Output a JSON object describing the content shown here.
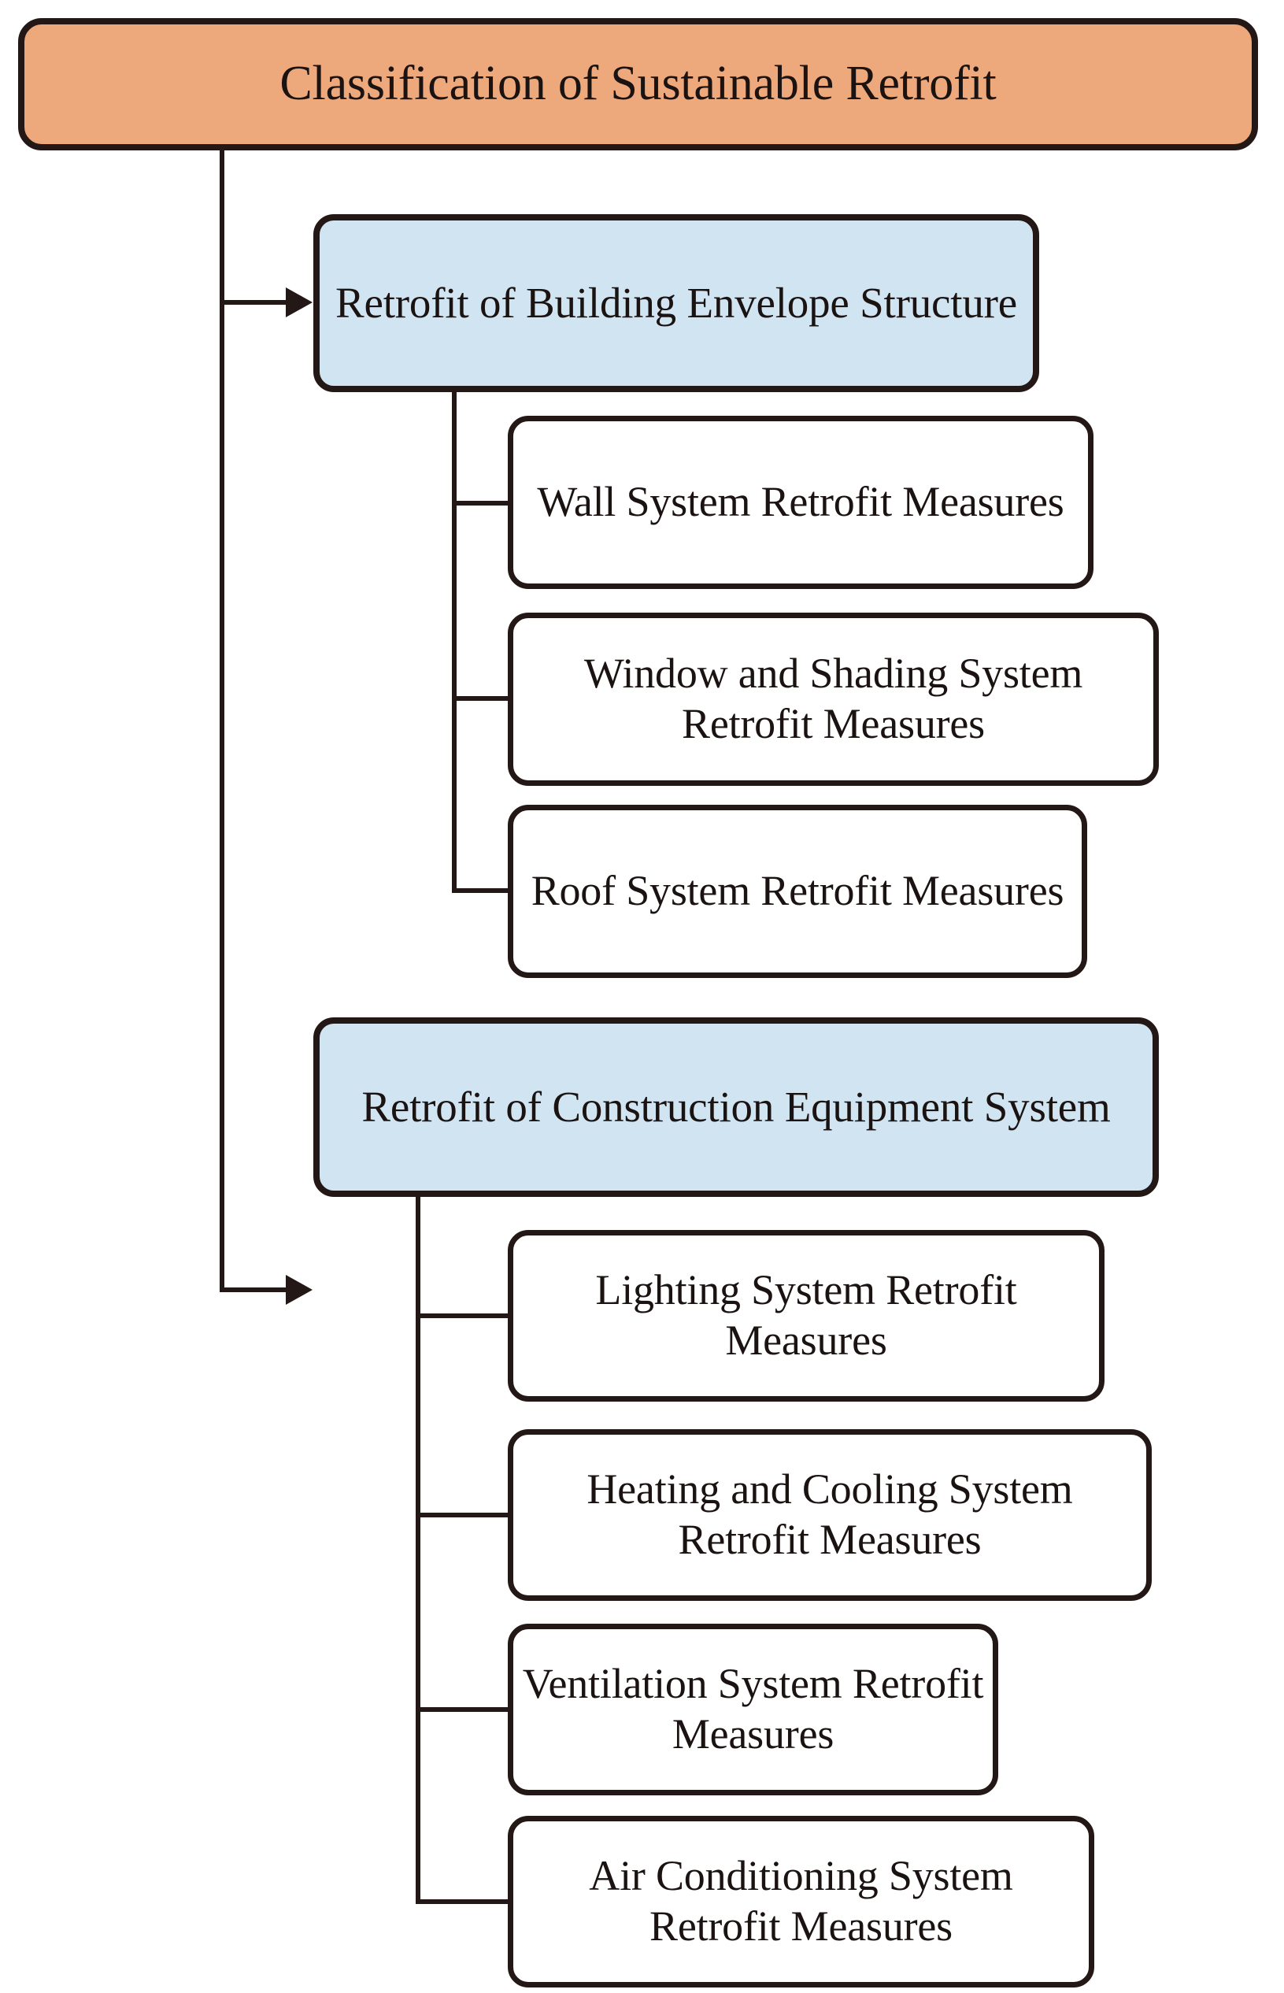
{
  "diagram": {
    "title": "Classification of Sustainable Retrofit",
    "type": "tree-hierarchy-flowchart",
    "colors": {
      "root_fill": "#EDA87B",
      "level1_fill": "#D0E4F2",
      "level2_fill": "#FFFFFF",
      "stroke": "#231815",
      "background": "#FFFFFF"
    }
  },
  "root": {
    "label": "Classification of Sustainable Retrofit"
  },
  "branches": [
    {
      "label": "Retrofit of Building Envelope Structure",
      "children": [
        {
          "label": "Wall System Retrofit Measures"
        },
        {
          "label": "Window and Shading System Retrofit Measures"
        },
        {
          "label": "Roof System Retrofit Measures"
        }
      ]
    },
    {
      "label": "Retrofit of Construction Equipment System",
      "children": [
        {
          "label": "Lighting System Retrofit Measures"
        },
        {
          "label": "Heating and Cooling System Retrofit Measures"
        },
        {
          "label": "Ventilation System Retrofit Measures"
        },
        {
          "label": "Air Conditioning System Retrofit Measures"
        }
      ]
    }
  ]
}
